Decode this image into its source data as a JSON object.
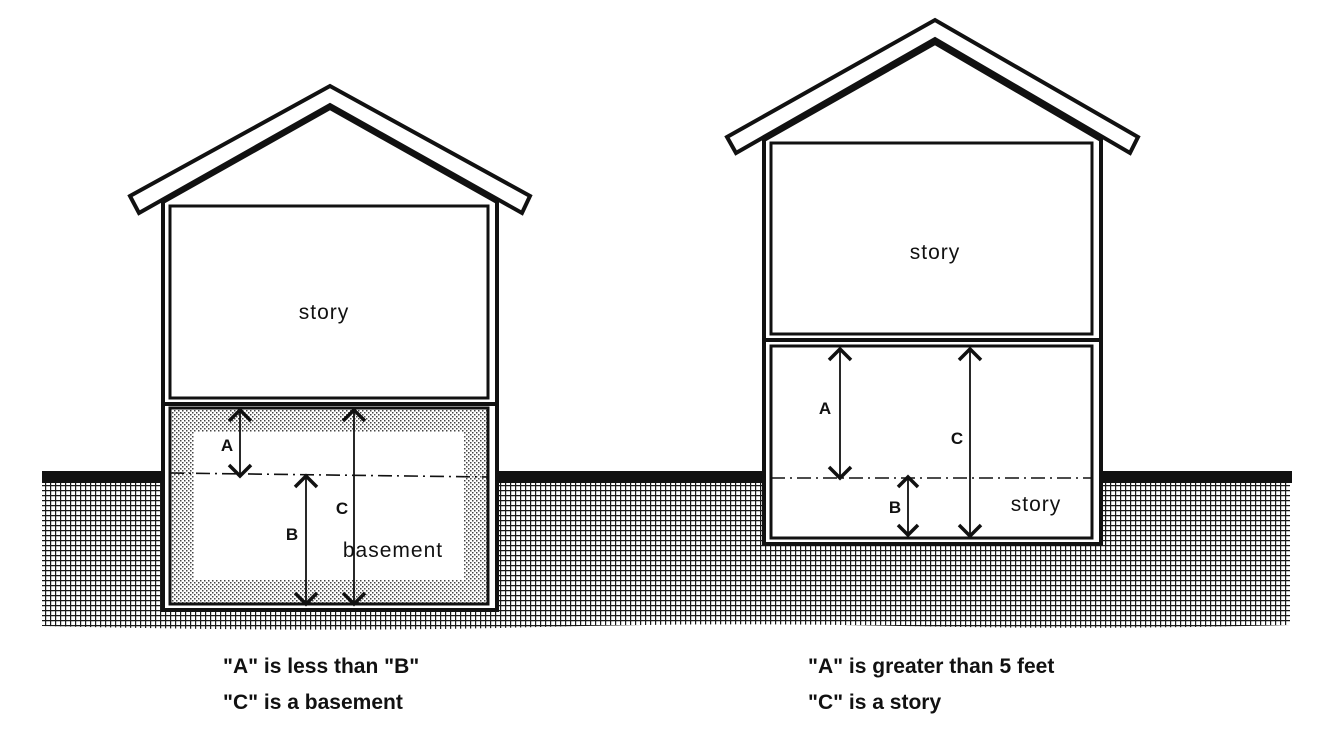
{
  "diagram": {
    "left_house": {
      "upper_label": "story",
      "lower_label": "basement",
      "dim_a": "A",
      "dim_b": "B",
      "dim_c": "C",
      "caption_line1": "\"A\" is less than \"B\"",
      "caption_line2": "\"C\" is a basement"
    },
    "right_house": {
      "upper_label": "story",
      "lower_label": "story",
      "dim_a": "A",
      "dim_b": "B",
      "dim_c": "C",
      "caption_line1": "\"A\" is greater than 5 feet",
      "caption_line2": "\"C\" is a story"
    }
  }
}
